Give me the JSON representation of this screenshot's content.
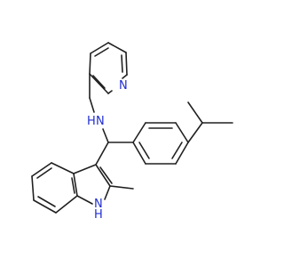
{
  "molecule": {
    "atoms": {
      "pyridine_n": "N",
      "amine_n": "N",
      "amine_h": "H",
      "indole_n": "N",
      "indole_h": "H"
    },
    "colors": {
      "bond": "#202020",
      "nitrogen": "#1f2dd0",
      "background": "#ffffff"
    }
  }
}
